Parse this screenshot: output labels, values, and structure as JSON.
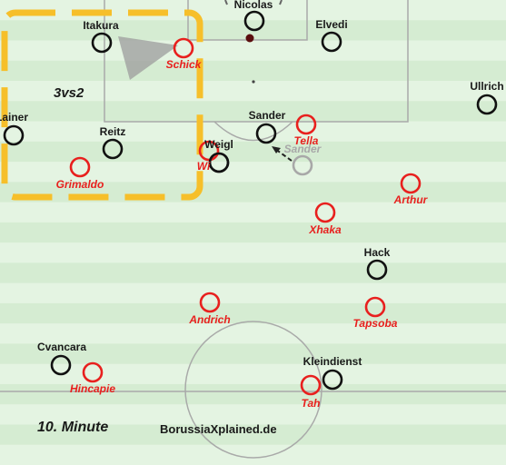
{
  "colors": {
    "stripe_light": "#e4f4e2",
    "stripe_dark": "#d5ecd2",
    "line": "#a9aaa9",
    "home": "#111111",
    "away": "#e8201e",
    "zone": "#f6bf2a",
    "ghost": "#a8a8a8"
  },
  "annotations": {
    "overload": "3vs2",
    "minute": "10. Minute",
    "watermark": "BorussiaXplained.de"
  },
  "players": {
    "nicolas": "Nicolas",
    "itakura": "Itakura",
    "elvedi": "Elvedi",
    "ullrich": "Ullrich",
    "lainer": "Lainer",
    "reitz": "Reitz",
    "sander": "Sander",
    "weigl": "Weigl",
    "hack": "Hack",
    "cvancara": "Cvancara",
    "kleindienst": "Kleindienst",
    "sander_ghost": "Sander",
    "schick": "Schick",
    "tella": "Tella",
    "wirtz": "Wi",
    "grimaldo": "Grimaldo",
    "arthur": "Arthur",
    "xhaka": "Xhaka",
    "andrich": "Andrich",
    "tapsoba": "Tapsoba",
    "hincapie": "Hincapie",
    "tah": "Tah"
  }
}
